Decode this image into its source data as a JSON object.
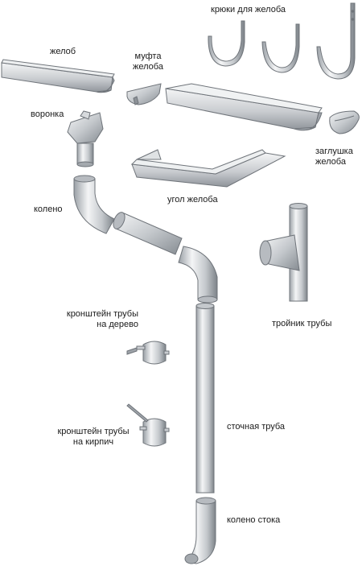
{
  "labels": {
    "hooks": "крюки для желоба",
    "gutter": "желоб",
    "coupling_line1": "муфта",
    "coupling_line2": "желоба",
    "funnel": "воронка",
    "endcap_line1": "заглушка",
    "endcap_line2": "желоба",
    "corner": "угол желоба",
    "elbow": "колено",
    "tee": "тройник трубы",
    "bracket_wood_line1": "кронштейн трубы",
    "bracket_wood_line2": "на дерево",
    "bracket_brick_line1": "кронштейн трубы",
    "bracket_brick_line2": "на кирпич",
    "downpipe": "сточная труба",
    "outlet_elbow": "колено стока"
  },
  "colors": {
    "metal_light": "#f2f3f4",
    "metal_mid": "#c9ccd0",
    "metal_dark": "#8d9298",
    "outline": "#6f747a",
    "text": "#1a1a1a"
  }
}
